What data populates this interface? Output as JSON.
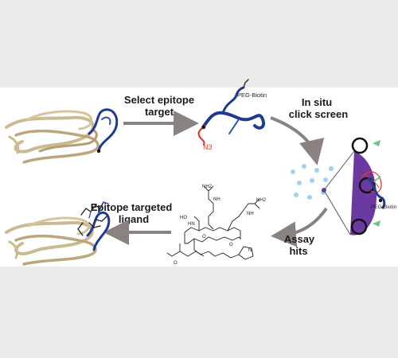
{
  "steps": {
    "select": {
      "line1": "Select epitope",
      "line2": "target"
    },
    "click": {
      "line1": "In situ",
      "line2": "click screen"
    },
    "assay": {
      "line1": "Assay",
      "line2": "hits"
    },
    "ligand": {
      "line1": "Epitope targeted",
      "line2": "ligand"
    }
  },
  "labels": {
    "peg_biotin_1": "PEG-Biotin",
    "peg_biotin_2": "PEG-Biotin",
    "azide": "N3"
  },
  "structure": {
    "atoms": [
      "NH2",
      "NH",
      "HN",
      "HO",
      "NH2",
      "NH",
      "O",
      "O",
      "O",
      "N"
    ]
  },
  "colors": {
    "protein": "#cdb98f",
    "epitope": "#1f3a93",
    "azide": "#e23b2b",
    "arrow": "#8a8181",
    "bead": "#6a3aa0",
    "dots": "#9fd4ee",
    "ring_green": "#6fc28a"
  }
}
